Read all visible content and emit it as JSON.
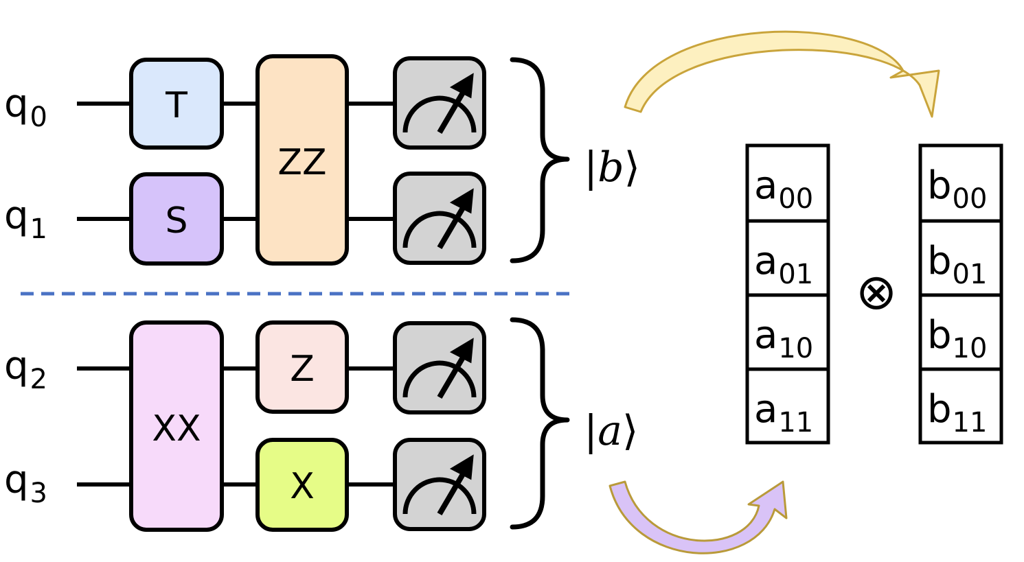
{
  "qubits": [
    {
      "base": "q",
      "index": "0"
    },
    {
      "base": "q",
      "index": "1"
    },
    {
      "base": "q",
      "index": "2"
    },
    {
      "base": "q",
      "index": "3"
    }
  ],
  "gates": {
    "t": {
      "label": "T",
      "color": "#dae8fc"
    },
    "s": {
      "label": "S",
      "color": "#d6c3fa"
    },
    "zz": {
      "label": "ZZ",
      "color": "#fde3c4"
    },
    "xx": {
      "label": "XX",
      "color": "#f7dafa"
    },
    "z": {
      "label": "Z",
      "color": "#fbe5e2"
    },
    "x": {
      "label": "X",
      "color": "#e6fc87"
    },
    "measure": {
      "icon": "measurement-meter-icon",
      "color": "#d3d3d3"
    }
  },
  "separator_color": "#4a72c4",
  "states": {
    "upper": {
      "pre": "|",
      "symbol": "b",
      "post": "⟩"
    },
    "lower": {
      "pre": "|",
      "symbol": "a",
      "post": "⟩"
    }
  },
  "vectors": {
    "a": [
      {
        "base": "a",
        "index": "00"
      },
      {
        "base": "a",
        "index": "01"
      },
      {
        "base": "a",
        "index": "10"
      },
      {
        "base": "a",
        "index": "11"
      }
    ],
    "b": [
      {
        "base": "b",
        "index": "00"
      },
      {
        "base": "b",
        "index": "01"
      },
      {
        "base": "b",
        "index": "10"
      },
      {
        "base": "b",
        "index": "11"
      }
    ]
  },
  "tensor_symbol": "⊗",
  "arrows": {
    "upper": {
      "icon": "curved-arrow-icon",
      "fill": "#fdf0c0",
      "stroke": "#c9a43b"
    },
    "lower": {
      "icon": "curved-arrow-icon",
      "fill": "#d9c3f7",
      "stroke": "#b99a3a"
    }
  }
}
